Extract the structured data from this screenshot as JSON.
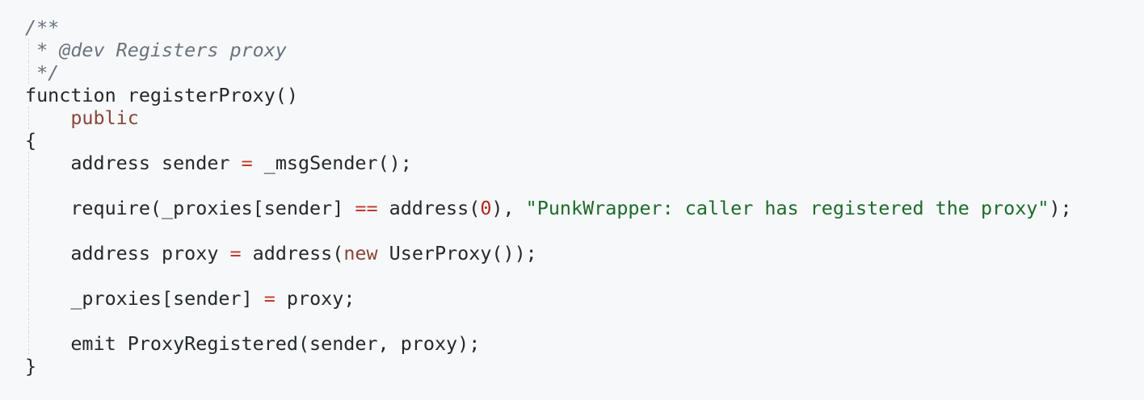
{
  "lines": [
    {
      "guide": false,
      "tokens": [
        {
          "t": "/**",
          "k": "comment"
        }
      ]
    },
    {
      "guide": true,
      "tokens": [
        {
          "t": " * @dev Registers proxy",
          "k": "comment"
        }
      ]
    },
    {
      "guide": true,
      "tokens": [
        {
          "t": " */",
          "k": "comment"
        }
      ]
    },
    {
      "guide": false,
      "tokens": [
        {
          "t": "function registerProxy()",
          "k": "plain"
        }
      ]
    },
    {
      "guide": true,
      "tokens": [
        {
          "t": "    ",
          "k": "plain"
        },
        {
          "t": "public",
          "k": "keyword"
        }
      ]
    },
    {
      "guide": false,
      "tokens": [
        {
          "t": "{",
          "k": "plain"
        }
      ]
    },
    {
      "guide": true,
      "tokens": [
        {
          "t": "    address sender ",
          "k": "plain"
        },
        {
          "t": "=",
          "k": "op"
        },
        {
          "t": " _msgSender();",
          "k": "plain"
        }
      ]
    },
    {
      "guide": true,
      "tokens": []
    },
    {
      "guide": true,
      "tokens": [
        {
          "t": "    require(_proxies[sender] ",
          "k": "plain"
        },
        {
          "t": "==",
          "k": "op"
        },
        {
          "t": " address(",
          "k": "plain"
        },
        {
          "t": "0",
          "k": "num"
        },
        {
          "t": "), ",
          "k": "plain"
        },
        {
          "t": "\"PunkWrapper: caller has registered the proxy\"",
          "k": "str"
        },
        {
          "t": ");",
          "k": "plain"
        }
      ]
    },
    {
      "guide": true,
      "tokens": []
    },
    {
      "guide": true,
      "tokens": [
        {
          "t": "    address proxy ",
          "k": "plain"
        },
        {
          "t": "=",
          "k": "op"
        },
        {
          "t": " address(",
          "k": "plain"
        },
        {
          "t": "new",
          "k": "keyword"
        },
        {
          "t": " UserProxy());",
          "k": "plain"
        }
      ]
    },
    {
      "guide": true,
      "tokens": []
    },
    {
      "guide": true,
      "tokens": [
        {
          "t": "    _proxies[sender] ",
          "k": "plain"
        },
        {
          "t": "=",
          "k": "op"
        },
        {
          "t": " proxy;",
          "k": "plain"
        }
      ]
    },
    {
      "guide": true,
      "tokens": []
    },
    {
      "guide": true,
      "tokens": [
        {
          "t": "    emit ProxyRegistered(sender, proxy);",
          "k": "plain"
        }
      ]
    },
    {
      "guide": false,
      "tokens": [
        {
          "t": "}",
          "k": "plain"
        }
      ]
    }
  ]
}
